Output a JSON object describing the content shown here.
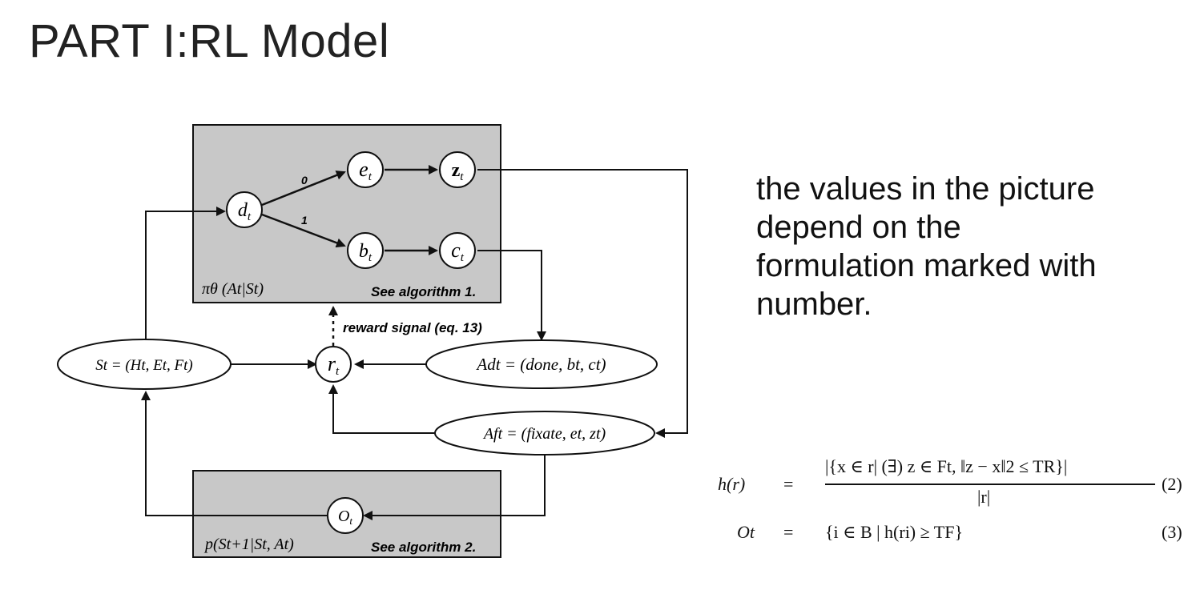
{
  "slide": {
    "title": "PART I:RL Model"
  },
  "caption": {
    "lines": [
      "the values in the picture",
      "depend on the",
      "formulation marked with",
      "number."
    ]
  },
  "diagram": {
    "nodes": {
      "d": "d",
      "e": "e",
      "z": "z",
      "b": "b",
      "c": "c",
      "r": "r",
      "O": "O",
      "subscript": "t"
    },
    "edge_labels": {
      "branch_0": "0",
      "branch_1": "1",
      "reward": "reward signal (eq. 13)"
    },
    "policy_box": {
      "formula": "πθ (At|St)",
      "note": "See algorithm 1."
    },
    "transition_box": {
      "formula": "p(St+1|St, At)",
      "note": "See algorithm 2."
    },
    "state": "St = (Ht, Et, Ft)",
    "action_done": "Adt = (done, bt, ct)",
    "action_fixate": "Aft = (fixate, et, zt)"
  },
  "equations": {
    "eq2": {
      "lhs": "h(r)",
      "op": "=",
      "numerator": "|{x ∈ r| (∃) z ∈ Ft, ‖z − x‖2 ≤ TR}|",
      "denominator": "|r|",
      "number": "(2)"
    },
    "eq3": {
      "lhs": "Ot",
      "op": "=",
      "rhs": "{i ∈ B | h(ri) ≥ TF}",
      "number": "(3)"
    }
  },
  "colors": {
    "box_fill": "#c8c8c8",
    "stroke": "#111111",
    "text": "#111111"
  }
}
